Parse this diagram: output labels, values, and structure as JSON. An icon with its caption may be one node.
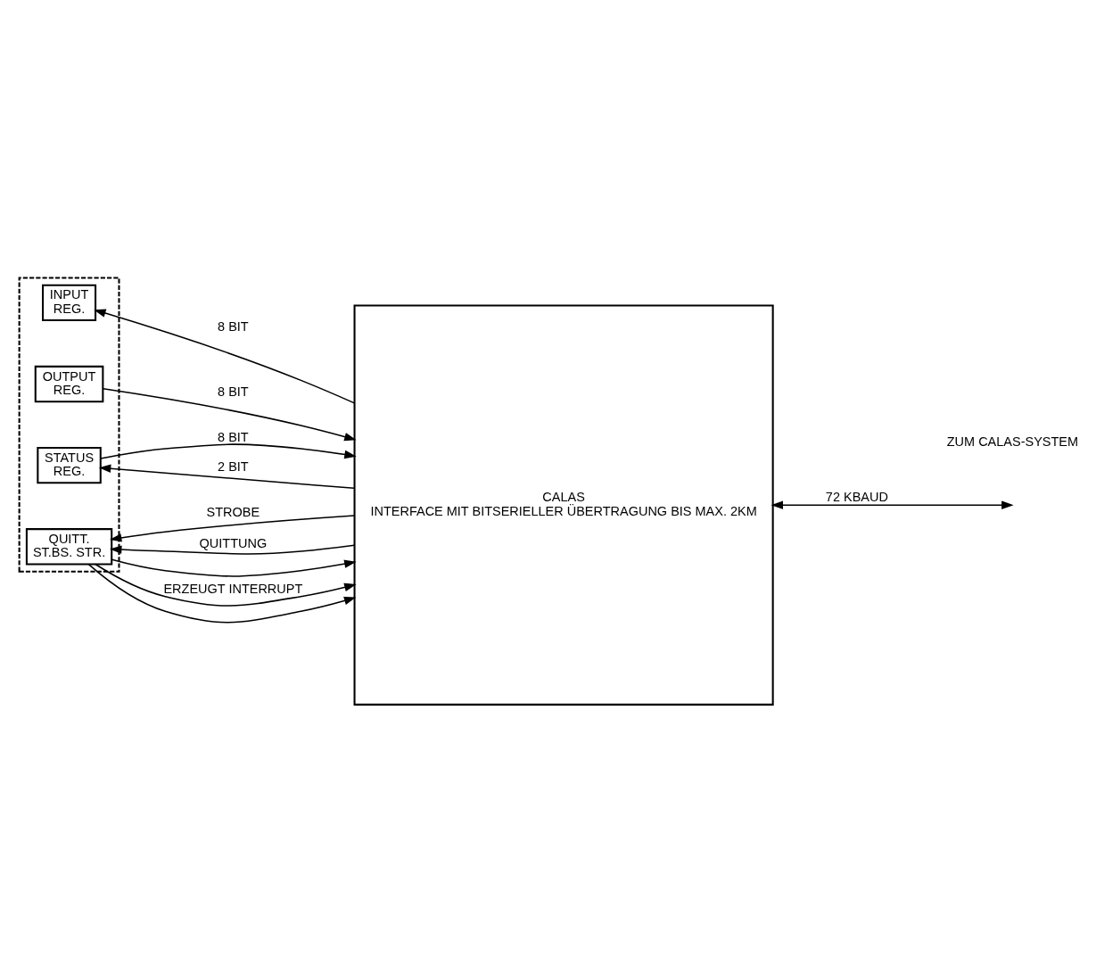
{
  "diagram": {
    "nodes": [
      {
        "text": [],
        "shape": "box"
      },
      {
        "text": [
          "INPUT",
          "REG."
        ],
        "in": 0
      },
      {
        "text": [
          "OUTPUT",
          "REG."
        ],
        "in": 0
      },
      {
        "text": [
          "STATUS",
          "REG."
        ],
        "in": 0
      },
      {
        "text": [
          "QUITT.",
          "ST.BS. STR."
        ],
        "in": 0
      },
      {
        "text": [
          "CALAS",
          "INTERFACE MIT BITSERIELLER ÜBERTRAGUNG BIS MAX. 2KM"
        ]
      }
    ],
    "edges": [
      {
        "from": 5,
        "to": 1,
        "arrow": "to",
        "label": "8 BIT"
      },
      {
        "from": 2,
        "to": 5,
        "arrow": "to",
        "label": "8 BIT"
      },
      {
        "from": 3,
        "to": 5,
        "arrow": "to",
        "label": "8 BIT"
      },
      {
        "from": 5,
        "to": 3,
        "arrow": "to",
        "label": "2 BIT"
      },
      {
        "from": 5,
        "to": 4,
        "arrow": "to",
        "label": "STROBE"
      },
      {
        "from": 4,
        "to": 5,
        "arrow": "to"
      },
      {
        "from": 4,
        "to": 5,
        "arrow": "to",
        "label": "ERZEUGT INTERRUPT"
      },
      {
        "from": 4,
        "to": 5,
        "arrow": "to"
      },
      {
        "from": 5,
        "to": 4,
        "arrow": "to",
        "label": "QUITTUNG"
      },
      {
        "from": 5,
        "to": null,
        "arrow": "both",
        "label": "72 KBAUD"
      }
    ],
    "labels": [
      "ZUM CALAS-SYSTEM"
    ]
  }
}
